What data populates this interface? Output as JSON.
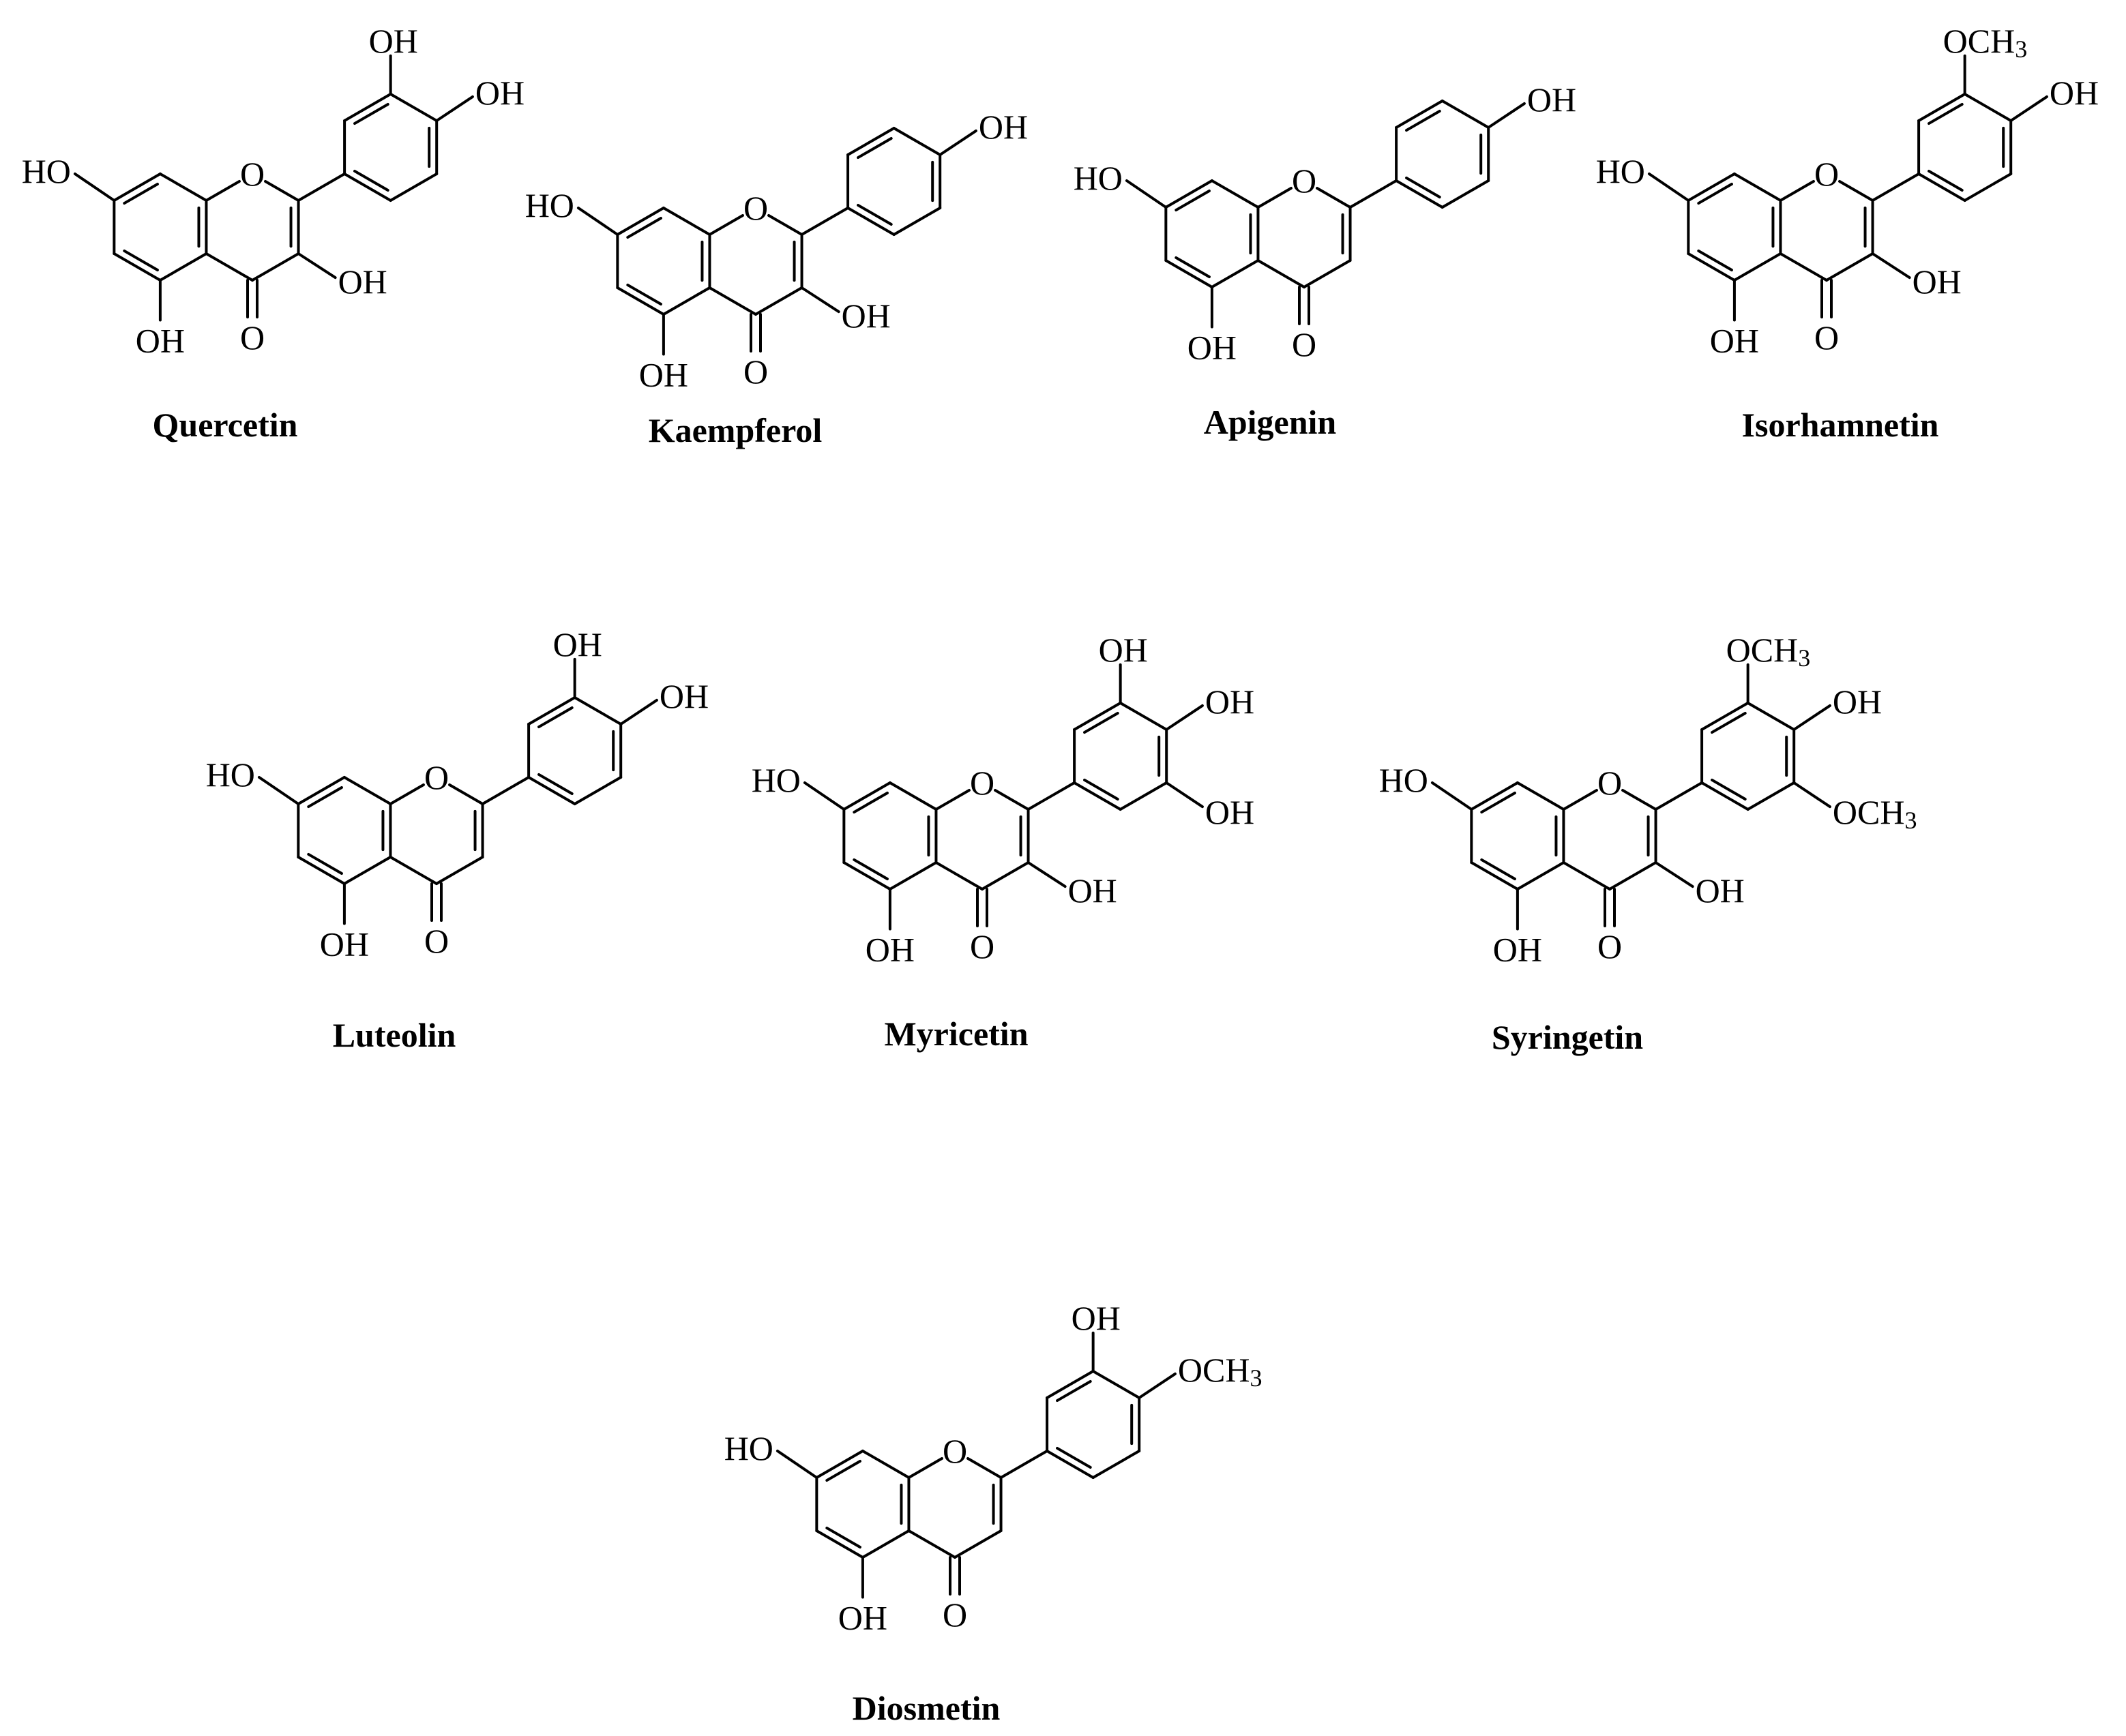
{
  "compounds": [
    {
      "name": "Quercetin",
      "labels": {
        "o_ring": "O",
        "o_keto": "O",
        "oh_c7": "HO",
        "oh_c5": "OH",
        "oh_c3": "OH",
        "r3": "OH",
        "r4": "OH"
      }
    },
    {
      "name": "Kaempferol",
      "labels": {
        "o_ring": "O",
        "o_keto": "O",
        "oh_c7": "HO",
        "oh_c5": "OH",
        "oh_c3": "OH",
        "r4": "OH"
      }
    },
    {
      "name": "Apigenin",
      "labels": {
        "o_ring": "O",
        "o_keto": "O",
        "oh_c7": "HO",
        "oh_c5": "OH",
        "r4": "OH"
      }
    },
    {
      "name": "Isorhamnetin",
      "labels": {
        "o_ring": "O",
        "o_keto": "O",
        "oh_c7": "HO",
        "oh_c5": "OH",
        "oh_c3": "OH",
        "r3": "OCH3",
        "r4": "OH"
      }
    },
    {
      "name": "Luteolin",
      "labels": {
        "o_ring": "O",
        "o_keto": "O",
        "oh_c7": "HO",
        "oh_c5": "OH",
        "r3": "OH",
        "r4": "OH"
      }
    },
    {
      "name": "Myricetin",
      "labels": {
        "o_ring": "O",
        "o_keto": "O",
        "oh_c7": "HO",
        "oh_c5": "OH",
        "oh_c3": "OH",
        "r3": "OH",
        "r4": "OH",
        "r5": "OH"
      }
    },
    {
      "name": "Syringetin",
      "labels": {
        "o_ring": "O",
        "o_keto": "O",
        "oh_c7": "HO",
        "oh_c5": "OH",
        "oh_c3": "OH",
        "r3": "OCH3",
        "r4": "OH",
        "r5": "OCH3"
      }
    },
    {
      "name": "Diosmetin",
      "labels": {
        "o_ring": "O",
        "o_keto": "O",
        "oh_c7": "HO",
        "oh_c5": "OH",
        "r3": "OH",
        "r4": "OCH3"
      }
    }
  ]
}
